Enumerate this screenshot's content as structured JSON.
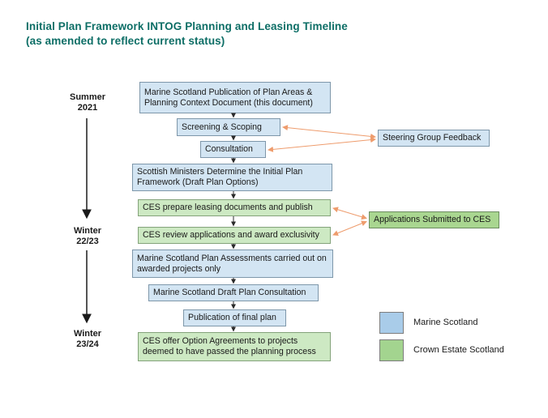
{
  "title": {
    "line1": "Initial Plan Framework INTOG Planning and Leasing Timeline",
    "line2": "(as amended to reflect current status)"
  },
  "timeline": {
    "milestones": [
      {
        "season": "Summer",
        "year": "2021"
      },
      {
        "season": "Winter",
        "year": "22/23"
      },
      {
        "season": "Winter",
        "year": "23/24"
      }
    ]
  },
  "flow": {
    "steps": [
      {
        "label": "Marine Scotland Publication of Plan Areas & Planning Context Document (this document)",
        "org": "Marine Scotland"
      },
      {
        "label": "Screening & Scoping",
        "org": "Marine Scotland"
      },
      {
        "label": "Consultation",
        "org": "Marine Scotland"
      },
      {
        "label": "Scottish Ministers Determine the Initial Plan Framework (Draft Plan Options)",
        "org": "Marine Scotland"
      },
      {
        "label": "CES prepare leasing documents and publish",
        "org": "Crown Estate Scotland"
      },
      {
        "label": "CES review applications and award exclusivity",
        "org": "Crown Estate Scotland"
      },
      {
        "label": "Marine Scotland Plan Assessments carried out on awarded projects only",
        "org": "Marine Scotland"
      },
      {
        "label": "Marine Scotland Draft Plan Consultation",
        "org": "Marine Scotland"
      },
      {
        "label": "Publication of final plan",
        "org": "Marine Scotland"
      },
      {
        "label": "CES offer Option Agreements to projects deemed to have passed the planning process",
        "org": "Crown Estate Scotland"
      }
    ]
  },
  "side_boxes": {
    "steering": {
      "label": "Steering Group Feedback",
      "org": "Marine Scotland"
    },
    "applications": {
      "label": "Applications Submitted to CES",
      "org": "Crown Estate Scotland"
    }
  },
  "legend": {
    "items": [
      {
        "label": "Marine Scotland",
        "swatch_color": "#a9cce9"
      },
      {
        "label": "Crown Estate Scotland",
        "swatch_color": "#a3d48f"
      }
    ]
  },
  "colors": {
    "title": "#0d6e66",
    "marine_fill": "#d3e5f3",
    "marine_border": "#7e97aa",
    "ces_fill": "#cde9c3",
    "ces_border": "#84a37b",
    "ces_strong_fill": "#a9d690",
    "ces_strong_border": "#6c8c60",
    "connector_orange": "#ee9c6d",
    "connector_black": "#2b2b2b"
  }
}
